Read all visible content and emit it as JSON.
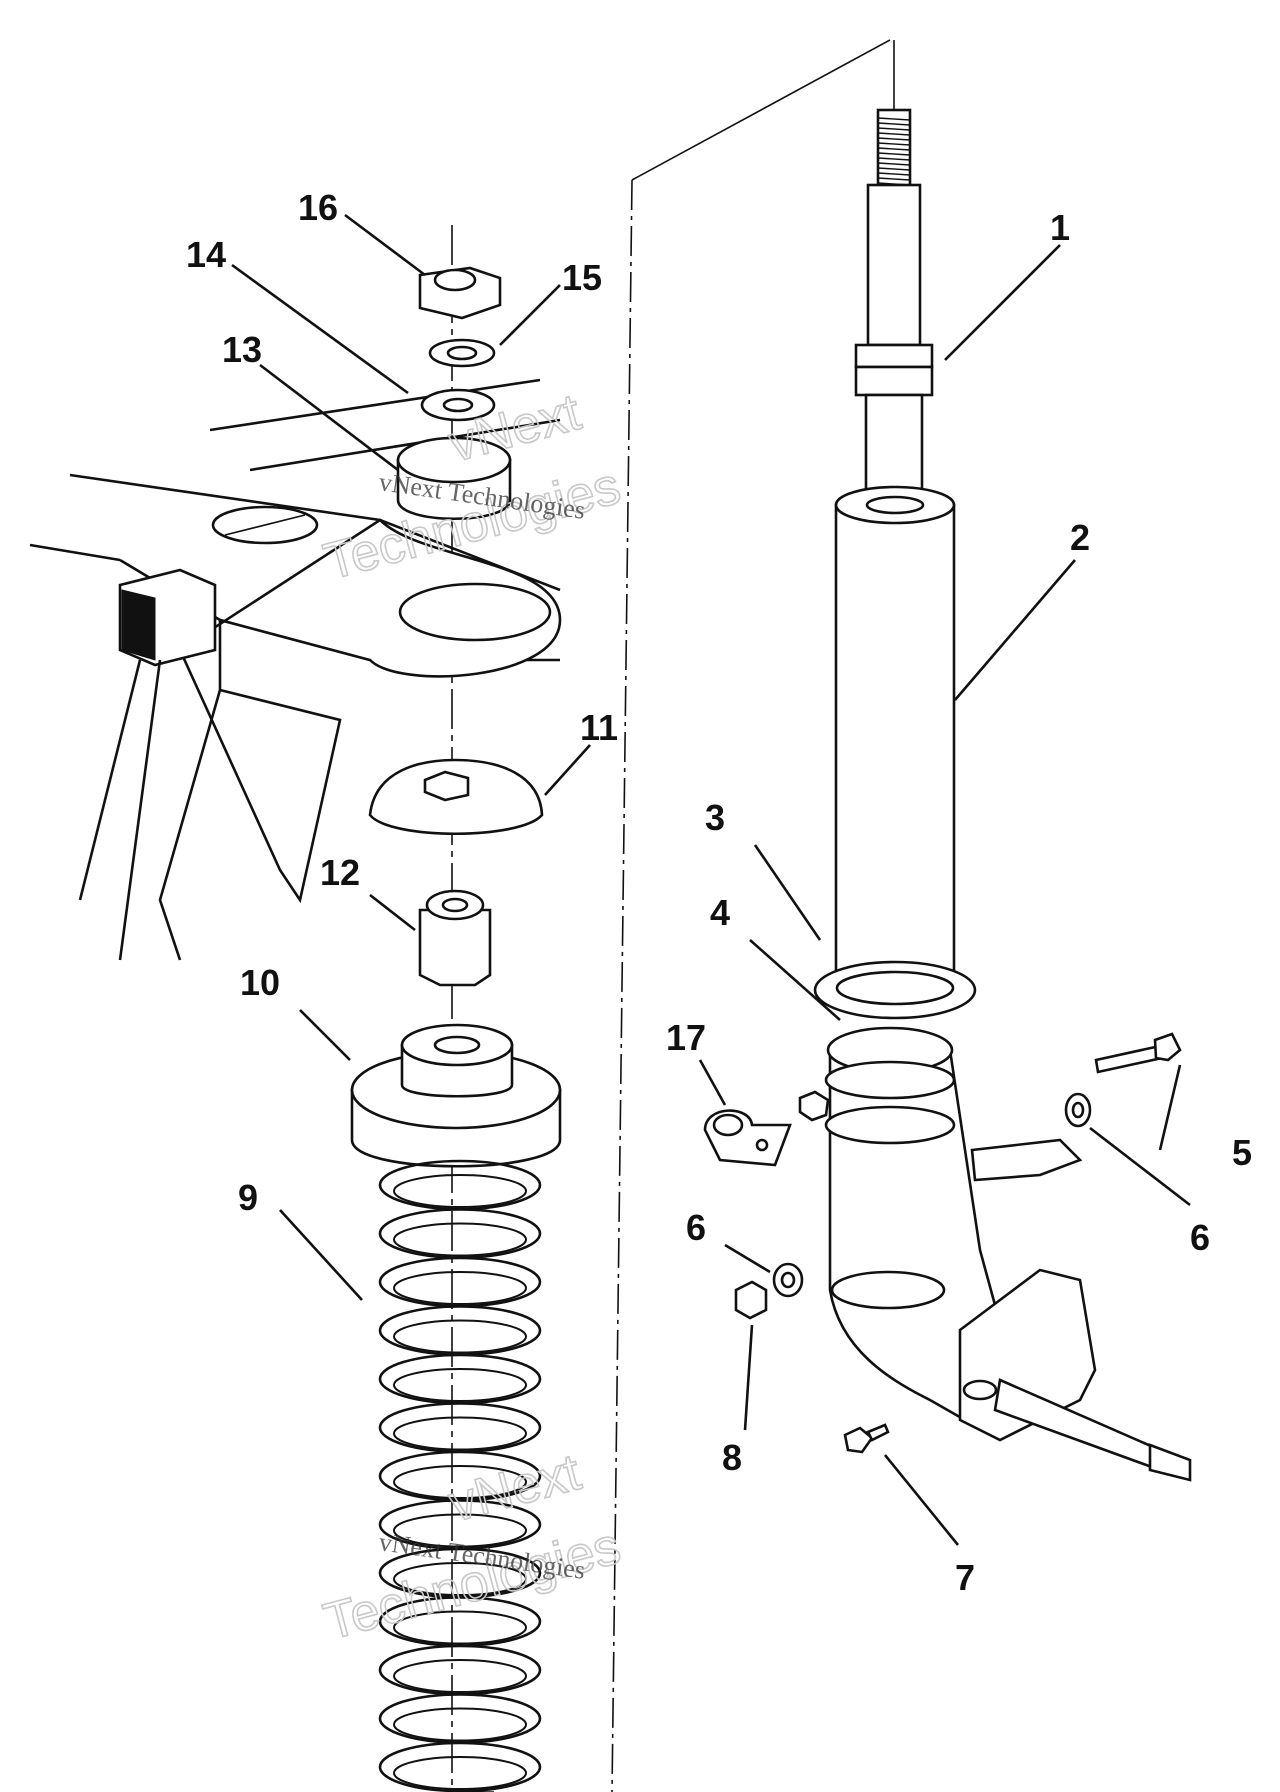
{
  "diagram": {
    "callouts": [
      {
        "id": "c1",
        "text": "1"
      },
      {
        "id": "c2",
        "text": "2"
      },
      {
        "id": "c3",
        "text": "3"
      },
      {
        "id": "c4",
        "text": "4"
      },
      {
        "id": "c5",
        "text": "5"
      },
      {
        "id": "c6a",
        "text": "6"
      },
      {
        "id": "c6b",
        "text": "6"
      },
      {
        "id": "c7",
        "text": "7"
      },
      {
        "id": "c8",
        "text": "8"
      },
      {
        "id": "c9",
        "text": "9"
      },
      {
        "id": "c10",
        "text": "10"
      },
      {
        "id": "c11",
        "text": "11"
      },
      {
        "id": "c12",
        "text": "12"
      },
      {
        "id": "c13",
        "text": "13"
      },
      {
        "id": "c14",
        "text": "14"
      },
      {
        "id": "c15",
        "text": "15"
      },
      {
        "id": "c16",
        "text": "16"
      },
      {
        "id": "c17",
        "text": "17"
      }
    ],
    "watermark": {
      "brand": "vNext",
      "name": "Technologies",
      "full": "vNext Technologies"
    },
    "colors": {
      "ink": "#111111",
      "paper": "#ffffff",
      "watermark": "#c8c8c8"
    }
  }
}
